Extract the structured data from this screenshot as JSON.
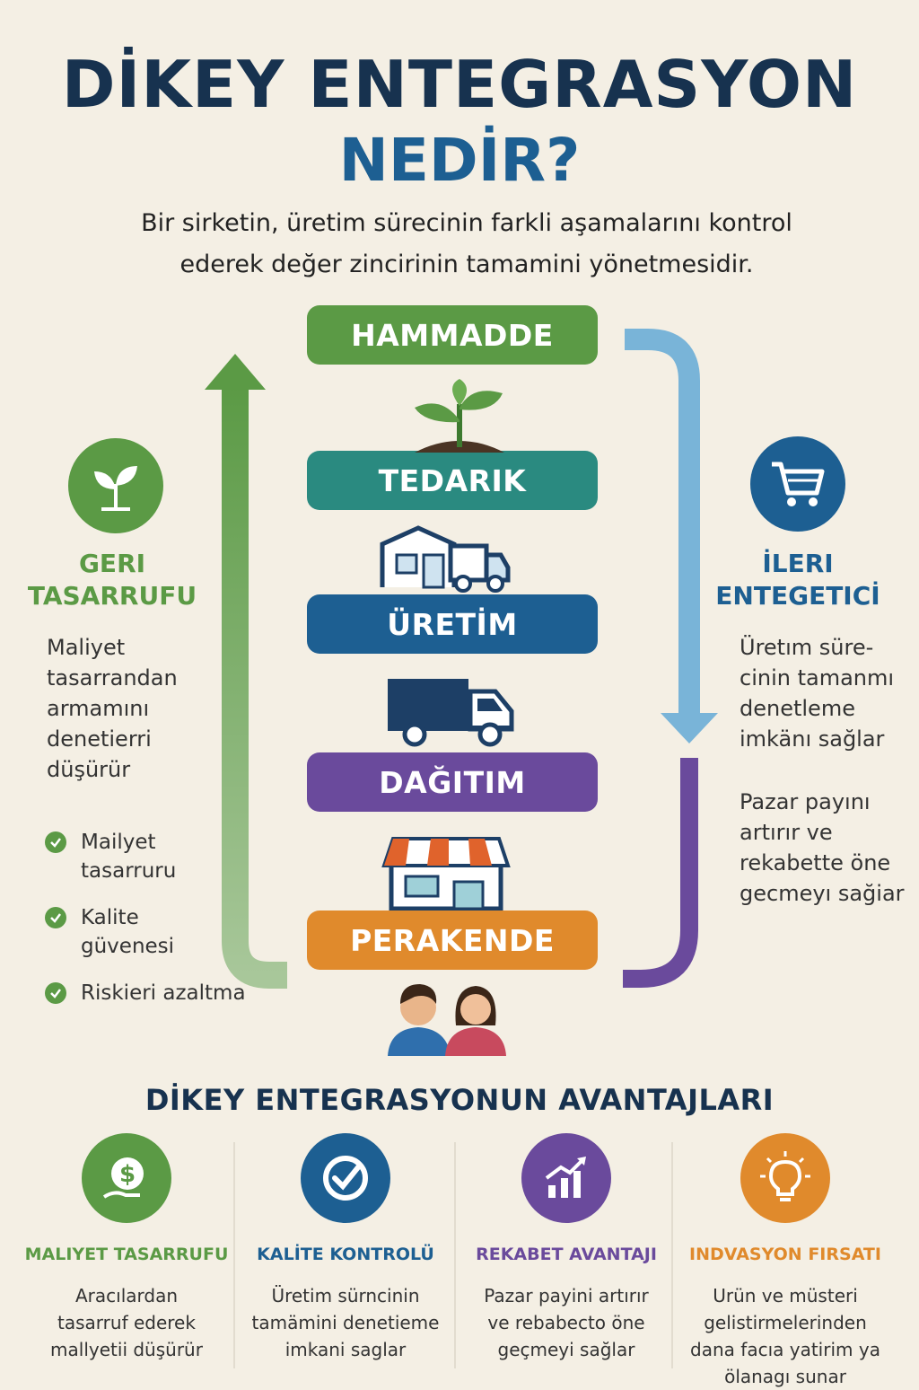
{
  "header": {
    "title_line1": "DİKEY ENTEGRASYON",
    "title_line2": "NEDİR?",
    "subtitle": "Bir sirketin, üretim sürecinin farkli aşamalarını kontrol ederek değer zincirinin tamamini yönetmesidir."
  },
  "stages": [
    {
      "label": "HAMMADDE",
      "color": "#5b9a45"
    },
    {
      "label": "TEDARIK",
      "color": "#2a8a80"
    },
    {
      "label": "ÜRETİM",
      "color": "#1d5f92"
    },
    {
      "label": "DAĞITIM",
      "color": "#6a4a9c"
    },
    {
      "label": "PERAKENDE",
      "color": "#e08a2c"
    }
  ],
  "left_panel": {
    "title_line1": "GERI",
    "title_line2": "TASARRUFU",
    "description_lines": [
      "Maliyet",
      "tasarrandan",
      "armamını",
      "denetierri",
      "düşürür"
    ],
    "checklist": [
      [
        "Mailyet",
        "tasarruru"
      ],
      [
        "Kalite",
        "güvenesi"
      ],
      [
        "Riskieri azaltma"
      ]
    ],
    "color": "#5b9a45"
  },
  "right_panel": {
    "title_line1": "İLERI",
    "title_line2": "ENTEGETICİ",
    "description_lines": [
      "Üretım süre-",
      "cinin tamanmı",
      "denetleme",
      "imkänı sağlar"
    ],
    "extra_lines": [
      "Pazar payını",
      "artırır ve",
      "rekabette öne",
      "gecmeyı sağiar"
    ],
    "color": "#1d5f92"
  },
  "advantages": {
    "title": "DİKEY ENTEGRASYONUN AVANTAJLARI",
    "items": [
      {
        "name": "MALIYET TASARRUFU",
        "text_lines": [
          "Aracılardan",
          "tasarruf  ederek",
          "mallyetii düşürür"
        ],
        "color": "#5b9a45",
        "icon": "money-icon"
      },
      {
        "name": "KALİTE KONTROLÜ",
        "text_lines": [
          "Üretim sürncinin",
          "tamämini denetieme",
          "imkani saglar"
        ],
        "color": "#1d5f92",
        "icon": "check-badge-icon"
      },
      {
        "name": "REKABET AVANTAJI",
        "text_lines": [
          "Pazar payini artırır",
          "ve rebabecto öne",
          "geçmeyi sağlar"
        ],
        "color": "#6a4a9c",
        "icon": "growth-chart-icon"
      },
      {
        "name": "INDVASYON FIRSATI",
        "text_lines": [
          "Urün ve müsteri",
          "gelistirmelerinden",
          "dana facıa yatirim ya",
          "ölanagı sunar"
        ],
        "color": "#e08a2c",
        "icon": "lightbulb-icon"
      }
    ]
  }
}
